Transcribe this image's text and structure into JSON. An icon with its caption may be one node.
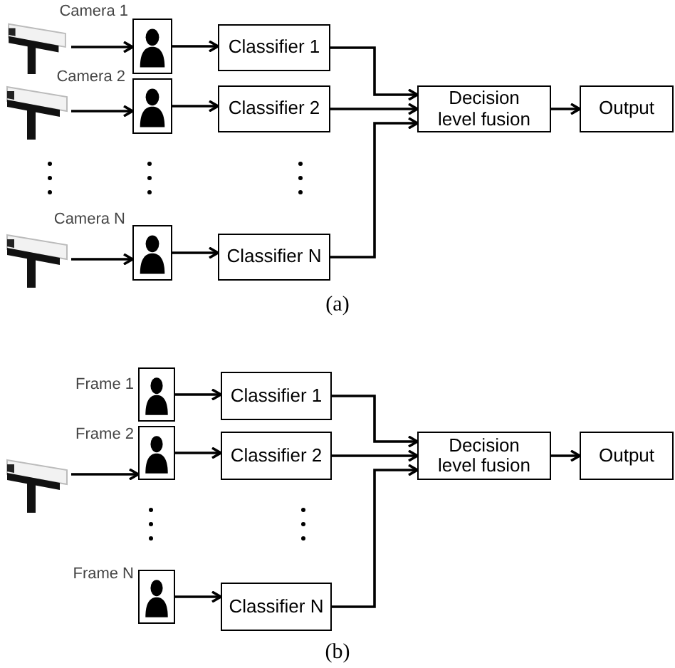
{
  "diagram": {
    "nodes": [
      {
        "text": [],
        "shape": "camera",
        "beside": [
          "Camera 1"
        ]
      },
      {
        "text": [],
        "shape": "camera",
        "beside": [
          "Camera 2"
        ]
      },
      {
        "text": [],
        "shape": "camera",
        "beside": [
          "Camera N"
        ]
      },
      {
        "text": [],
        "shape": "person"
      },
      {
        "text": [],
        "shape": "person"
      },
      {
        "text": [],
        "shape": "person"
      },
      {
        "text": [
          "Classifier 1"
        ]
      },
      {
        "text": [
          "Classifier 2"
        ]
      },
      {
        "text": [
          "Classifier N"
        ]
      },
      {
        "text": [
          "Decision level fusion"
        ]
      },
      {
        "text": [
          "Output"
        ]
      },
      {
        "text": [],
        "shape": "camera"
      },
      {
        "text": [],
        "shape": "person",
        "beside": [
          "Frame 1"
        ]
      },
      {
        "text": [],
        "shape": "person",
        "beside": [
          "Frame 2"
        ]
      },
      {
        "text": [],
        "shape": "person",
        "beside": [
          "Frame N"
        ]
      },
      {
        "text": [
          "Classifier 1"
        ]
      },
      {
        "text": [
          "Classifier 2"
        ]
      },
      {
        "text": [
          "Classifier N"
        ]
      },
      {
        "text": [
          "Decision level fusion"
        ]
      },
      {
        "text": [
          "Output"
        ]
      }
    ],
    "edges": [
      {
        "from": 0,
        "to": 3,
        "arrow": "to"
      },
      {
        "from": 1,
        "to": 4,
        "arrow": "to"
      },
      {
        "from": 2,
        "to": 5,
        "arrow": "to"
      },
      {
        "from": 3,
        "to": 6,
        "arrow": "to"
      },
      {
        "from": 4,
        "to": 7,
        "arrow": "to"
      },
      {
        "from": 5,
        "to": 8,
        "arrow": "to"
      },
      {
        "from": 6,
        "to": 9,
        "arrow": "to"
      },
      {
        "from": 7,
        "to": 9,
        "arrow": "to"
      },
      {
        "from": 8,
        "to": 9,
        "arrow": "to"
      },
      {
        "from": 9,
        "to": 10,
        "arrow": "to"
      },
      {
        "from": 11,
        "to": 13,
        "arrow": "to"
      },
      {
        "from": 12,
        "to": 15,
        "arrow": "to"
      },
      {
        "from": 13,
        "to": 16,
        "arrow": "to"
      },
      {
        "from": 14,
        "to": 17,
        "arrow": "to"
      },
      {
        "from": 15,
        "to": 18,
        "arrow": "to"
      },
      {
        "from": 16,
        "to": 18,
        "arrow": "to"
      },
      {
        "from": 17,
        "to": 18,
        "arrow": "to"
      },
      {
        "from": 18,
        "to": 19,
        "arrow": "to"
      }
    ],
    "labels": [
      "(a)",
      "(b)"
    ]
  }
}
